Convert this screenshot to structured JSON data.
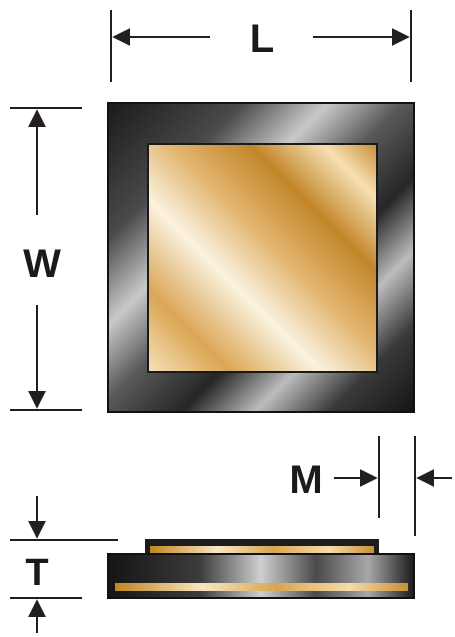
{
  "labels": {
    "length": "L",
    "width": "W",
    "margin": "M",
    "thickness": "T"
  },
  "colors": {
    "line": "#231f20",
    "frame_dark": "#1e1e1e",
    "frame_light": "#b7b7b7",
    "gold_dark": "#c0851f",
    "gold_light": "#fbf1dc",
    "background": "#ffffff"
  }
}
